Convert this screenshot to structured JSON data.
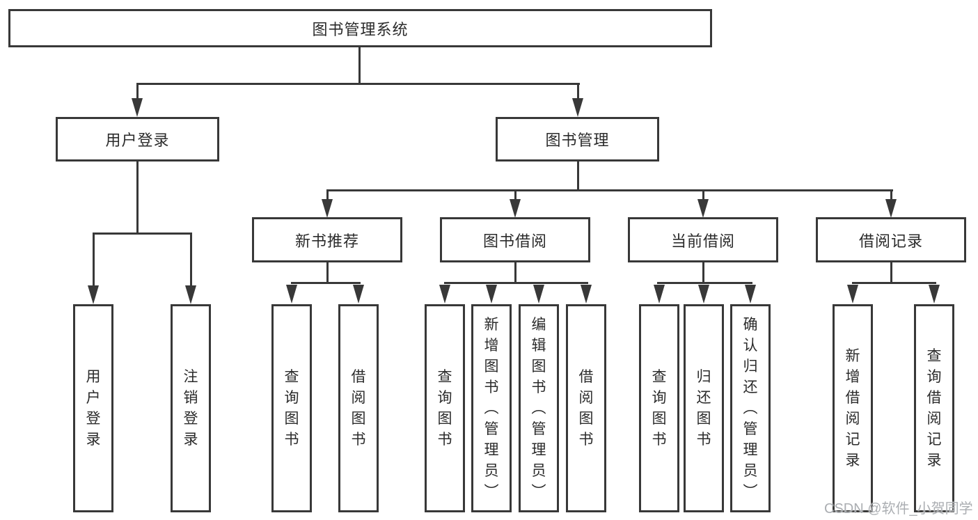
{
  "page": {
    "background": "#ffffff"
  },
  "colors": {
    "line": "#383838",
    "box_border": "#383838",
    "box_background": "#ffffff",
    "text": "#2b2b2b",
    "watermark": "#abaeb2"
  },
  "diagram": {
    "type": "hierarchy",
    "root": {
      "label": "图书管理系统"
    },
    "level2": [
      {
        "label": "用户登录",
        "leaves": [
          "用户登录",
          "注销登录"
        ]
      },
      {
        "label": "图书管理",
        "groups": [
          {
            "label": "新书推荐",
            "leaves": [
              "查询图书",
              "借阅图书"
            ]
          },
          {
            "label": "图书借阅",
            "leaves": [
              "查询图书",
              "新增图书（管理员）",
              "编辑图书（管理员）",
              "借阅图书"
            ]
          },
          {
            "label": "当前借阅",
            "leaves": [
              "查询图书",
              "归还图书",
              "确认归还（管理员）"
            ]
          },
          {
            "label": "借阅记录",
            "leaves": [
              "新增借阅记录",
              "查询借阅记录"
            ]
          }
        ]
      }
    ]
  },
  "watermark": {
    "text": "CSDN @软件_小贺同学"
  }
}
